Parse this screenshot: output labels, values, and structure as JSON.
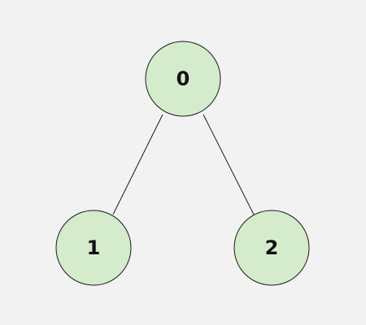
{
  "tree": {
    "nodes": [
      {
        "id": "n0",
        "label": "0"
      },
      {
        "id": "n1",
        "label": "1"
      },
      {
        "id": "n2",
        "label": "2"
      }
    ],
    "edges": [
      {
        "from": "n0",
        "to": "n1"
      },
      {
        "from": "n0",
        "to": "n2"
      }
    ]
  },
  "colors": {
    "background": "#f2f2f2",
    "node_fill": "#d5eccc",
    "node_stroke": "#1a1a1a",
    "edge": "#1a1a1a",
    "label": "#111111"
  }
}
